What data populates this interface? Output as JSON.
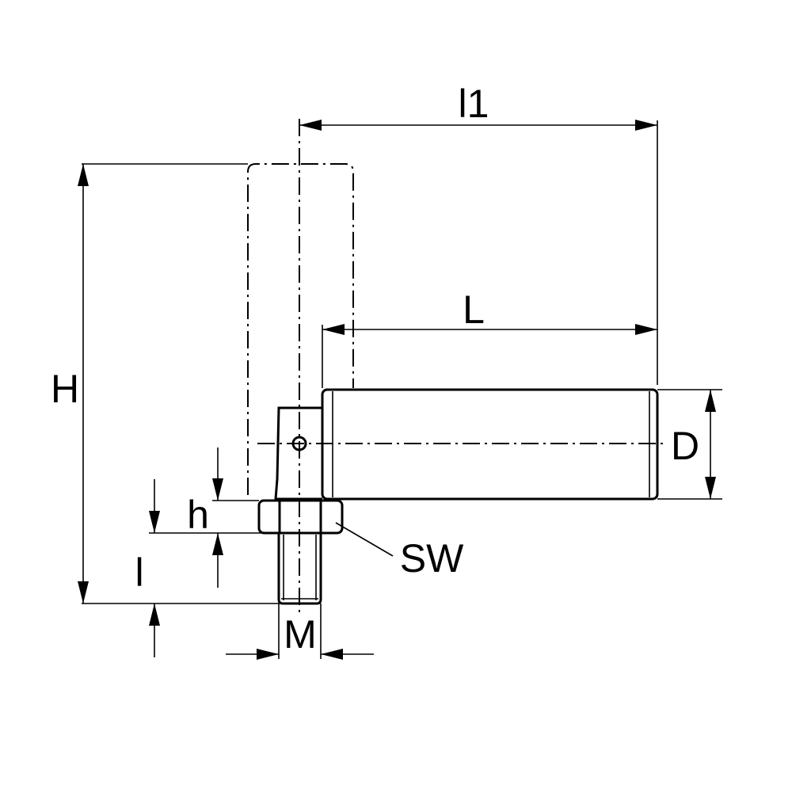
{
  "drawing": {
    "labels": {
      "l1": "l1",
      "L": "L",
      "H": "H",
      "D": "D",
      "h": "h",
      "l": "l",
      "SW": "SW",
      "M": "M"
    }
  }
}
